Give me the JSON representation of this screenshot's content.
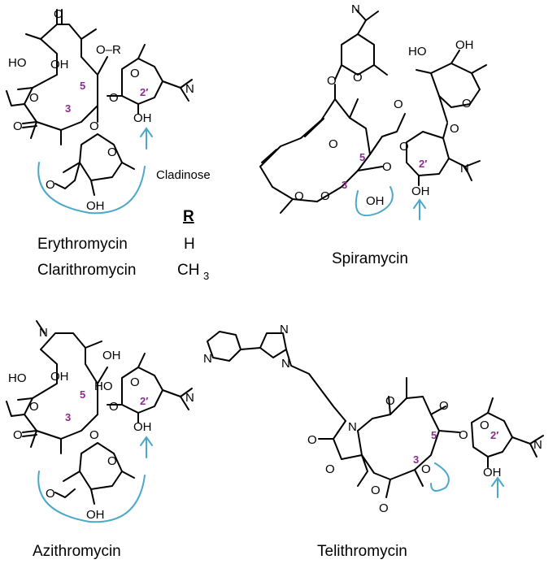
{
  "colors": {
    "highlight": "#4aa8c9",
    "position_number": "#8e2b8e",
    "bond": "#000000"
  },
  "names": {
    "erythromycin": "Erythromycin",
    "clarithromycin": "Clarithromycin",
    "spiramycin": "Spiramycin",
    "azithromycin": "Azithromycin",
    "telithromycin": "Telithromycin",
    "cladinose": "Cladinose"
  },
  "r_table": {
    "header": "R",
    "erythromycin_r": "H",
    "clarithromycin_r": "CH",
    "clarithromycin_r_sub": "3"
  },
  "atoms": {
    "o": "O",
    "oh": "OH",
    "ho": "HO",
    "n": "N",
    "or": "O–R",
    "pos_2p": "2′",
    "pos_3": "3",
    "pos_5": "5"
  }
}
